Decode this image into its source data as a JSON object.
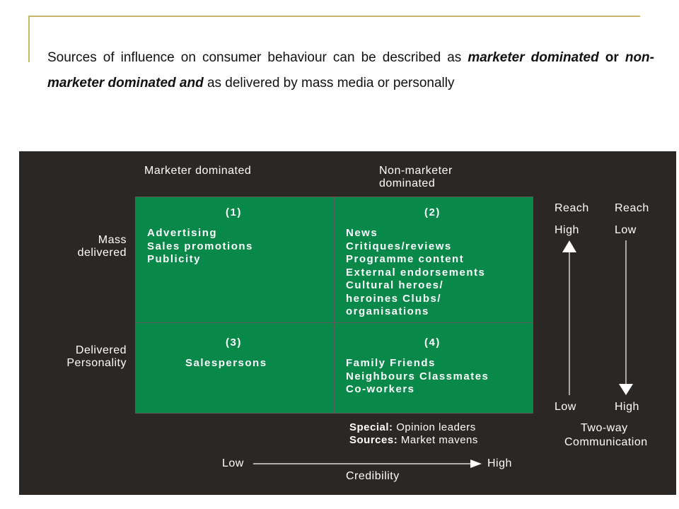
{
  "intro": {
    "p1": "Sources of influence on consumer behaviour can be described as ",
    "p2": "marketer dominated",
    "p3": " or ",
    "p4": "non-marketer dominated and",
    "p5": " as delivered by mass media or personally"
  },
  "columns": {
    "marketer": "Marketer dominated",
    "non_marketer_line1": "Non-marketer",
    "non_marketer_line2": "dominated"
  },
  "rows": {
    "mass_line1": "Mass",
    "mass_line2": "delivered",
    "personal_line1": "Delivered",
    "personal_line2": "Personality"
  },
  "cells": [
    {
      "number": "(1)",
      "items": [
        "Advertising",
        "Sales promotions",
        "Publicity"
      ]
    },
    {
      "number": "(2)",
      "items": [
        "News",
        "Critiques/reviews",
        "Programme content",
        "External endorsements",
        "Cultural heroes/",
        "heroines Clubs/",
        "organisations"
      ]
    },
    {
      "number": "(3)",
      "items": [
        "Salespersons"
      ]
    },
    {
      "number": "(4)",
      "items": [
        "Family Friends",
        "Neighbours Classmates",
        "Co-workers"
      ]
    }
  ],
  "special": {
    "label1": "Special:",
    "text1": " Opinion leaders",
    "label2": "Sources:",
    "text2": " Market mavens"
  },
  "credibility": {
    "low": "Low",
    "high": "High",
    "label": "Credibility"
  },
  "reach": {
    "left_top1": "Reach",
    "left_top2": "High",
    "right_top1": "Reach",
    "right_top2": "Low",
    "left_bottom": "Low",
    "right_bottom": "High",
    "comm_line1": "Two-way",
    "comm_line2": "Communication"
  },
  "colors": {
    "panel": "#2a2724",
    "grid": "#08894a",
    "accent": "#c8b36a"
  }
}
